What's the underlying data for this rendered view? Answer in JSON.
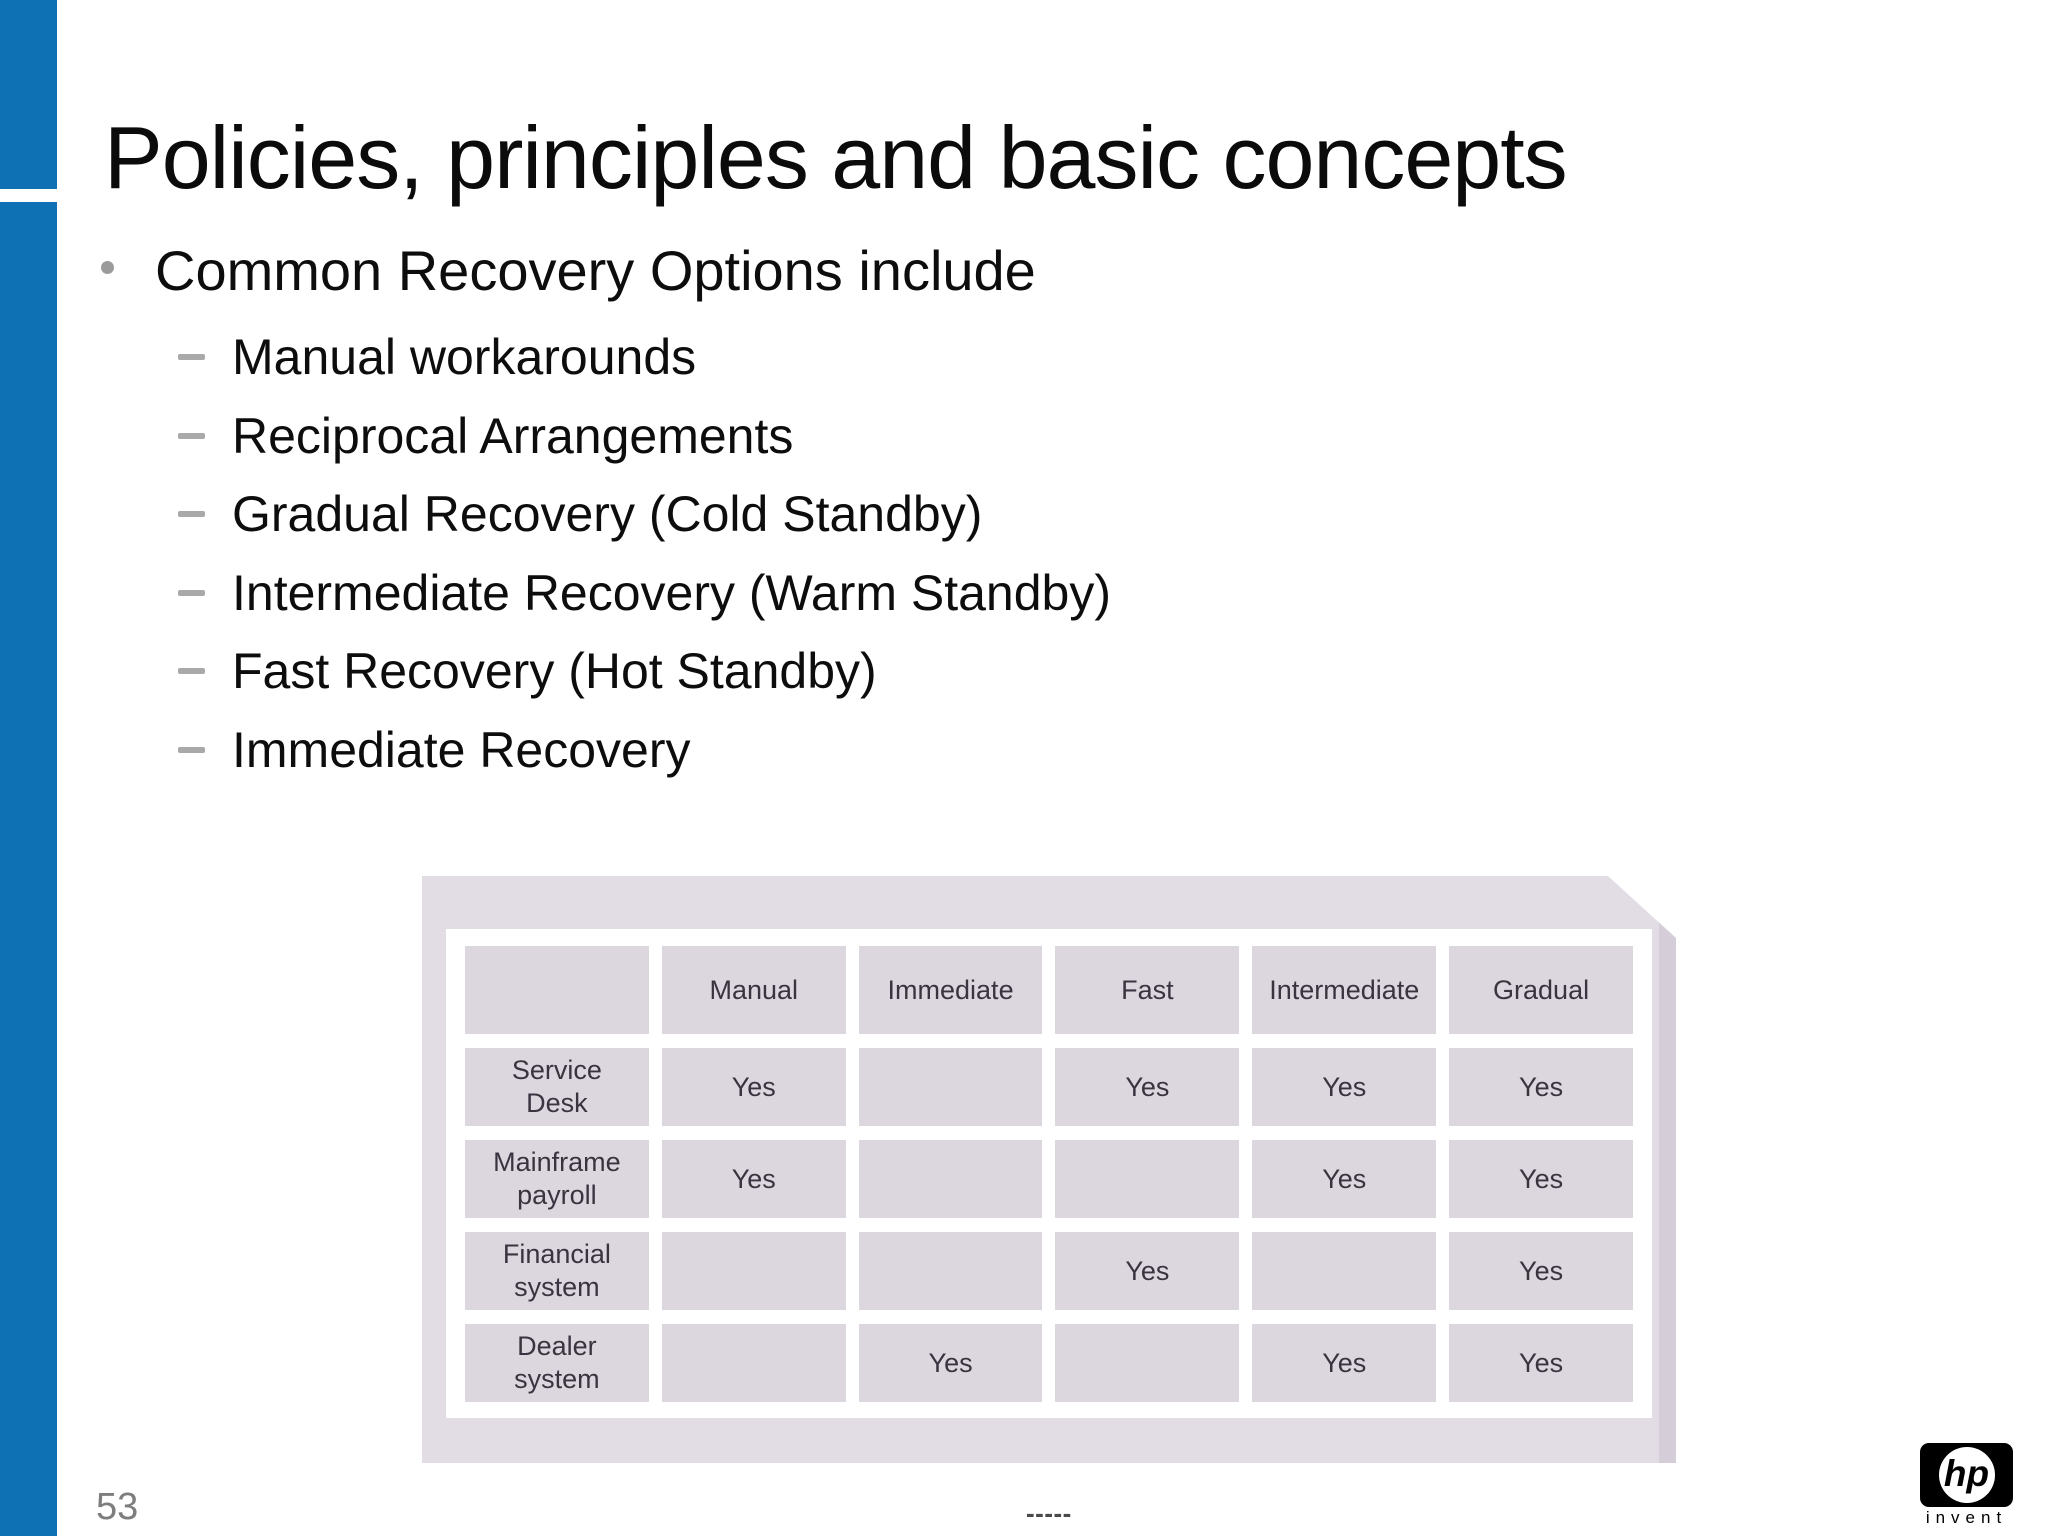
{
  "slide": {
    "title": "Policies, principles and basic concepts",
    "bullet": "Common Recovery Options include",
    "sub_bullets": [
      "Manual workarounds",
      "Reciprocal Arrangements",
      "Gradual Recovery (Cold Standby)",
      "Intermediate Recovery (Warm Standby)",
      "Fast Recovery (Hot Standby)",
      "Immediate Recovery"
    ],
    "page_number": "53",
    "footer_dashes": "-----"
  },
  "table": {
    "columns": [
      "",
      "Manual",
      "Immediate",
      "Fast",
      "Intermediate",
      "Gradual"
    ],
    "rows": [
      {
        "label": "Service Desk",
        "values": [
          "Yes",
          "",
          "Yes",
          "Yes",
          "Yes"
        ]
      },
      {
        "label": "Mainframe payroll",
        "values": [
          "Yes",
          "",
          "",
          "Yes",
          "Yes"
        ]
      },
      {
        "label": "Financial system",
        "values": [
          "",
          "",
          "Yes",
          "",
          "Yes"
        ]
      },
      {
        "label": "Dealer system",
        "values": [
          "",
          "Yes",
          "",
          "Yes",
          "Yes"
        ]
      }
    ]
  },
  "logo": {
    "hp": "hp",
    "invent": "invent"
  },
  "colors": {
    "accent_blue": "#0e71b4",
    "table_face": "#e2dce5",
    "table_edge_shadow": "#d5cdd8",
    "table_cell": "#dcd6df",
    "page_number_gray": "#7d7d7d"
  }
}
